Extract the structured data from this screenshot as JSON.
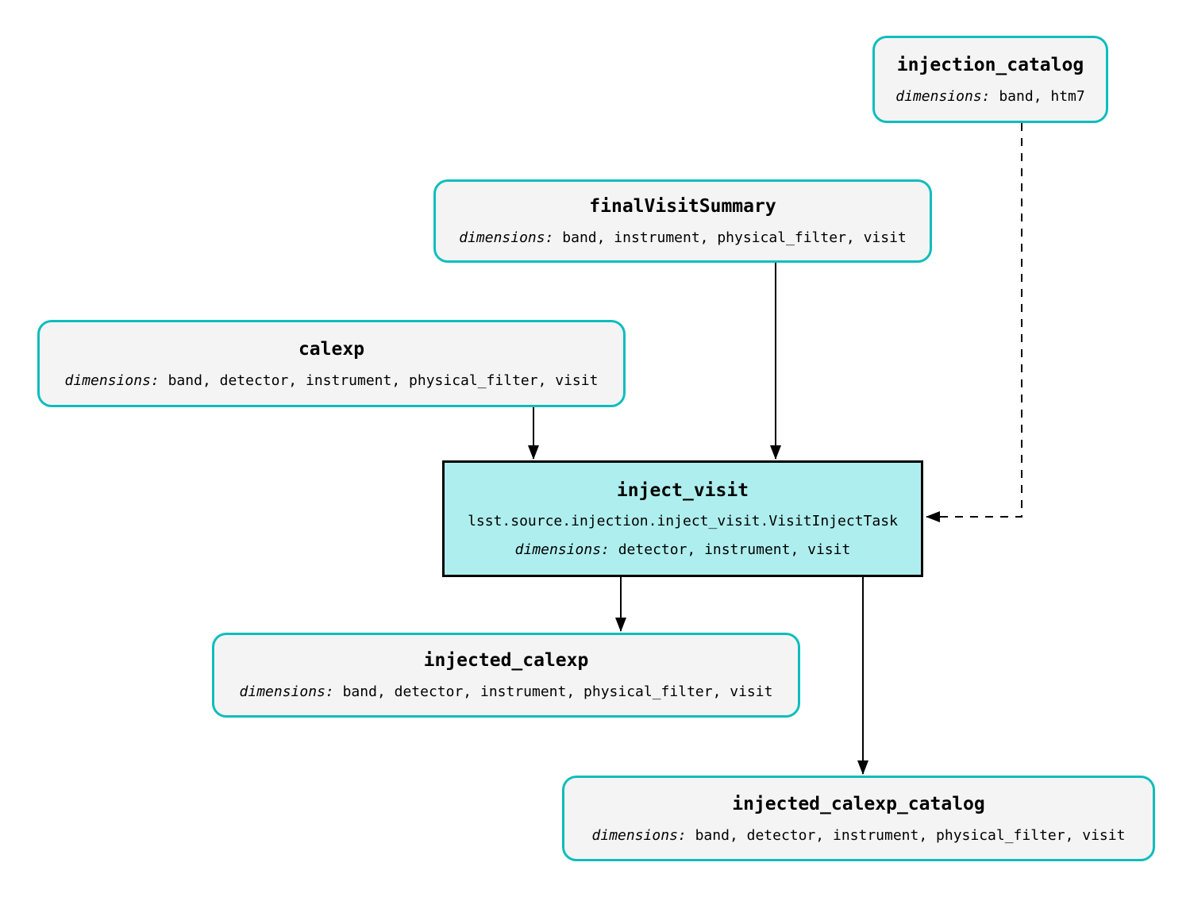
{
  "nodes": {
    "injection_catalog": {
      "title": "injection_catalog",
      "dimensions_label": "dimensions:",
      "dimensions": "band, htm7"
    },
    "finalVisitSummary": {
      "title": "finalVisitSummary",
      "dimensions_label": "dimensions:",
      "dimensions": "band, instrument, physical_filter, visit"
    },
    "calexp": {
      "title": "calexp",
      "dimensions_label": "dimensions:",
      "dimensions": "band, detector, instrument, physical_filter, visit"
    },
    "inject_visit": {
      "title": "inject_visit",
      "task_class": "lsst.source.injection.inject_visit.VisitInjectTask",
      "dimensions_label": "dimensions:",
      "dimensions": "detector, instrument, visit"
    },
    "injected_calexp": {
      "title": "injected_calexp",
      "dimensions_label": "dimensions:",
      "dimensions": "band, detector, instrument, physical_filter, visit"
    },
    "injected_calexp_catalog": {
      "title": "injected_calexp_catalog",
      "dimensions_label": "dimensions:",
      "dimensions": "band, detector, instrument, physical_filter, visit"
    }
  },
  "edges": [
    {
      "from": "calexp",
      "to": "inject_visit",
      "style": "solid"
    },
    {
      "from": "finalVisitSummary",
      "to": "inject_visit",
      "style": "solid"
    },
    {
      "from": "injection_catalog",
      "to": "inject_visit",
      "style": "dashed"
    },
    {
      "from": "inject_visit",
      "to": "injected_calexp",
      "style": "solid"
    },
    {
      "from": "inject_visit",
      "to": "injected_calexp_catalog",
      "style": "solid"
    }
  ],
  "colors": {
    "dataset_border": "#0dbdbd",
    "dataset_fill": "#f4f4f4",
    "task_border": "#000000",
    "task_fill": "#afeeee",
    "edge": "#000000",
    "text": "#000000",
    "background": "#ffffff"
  }
}
